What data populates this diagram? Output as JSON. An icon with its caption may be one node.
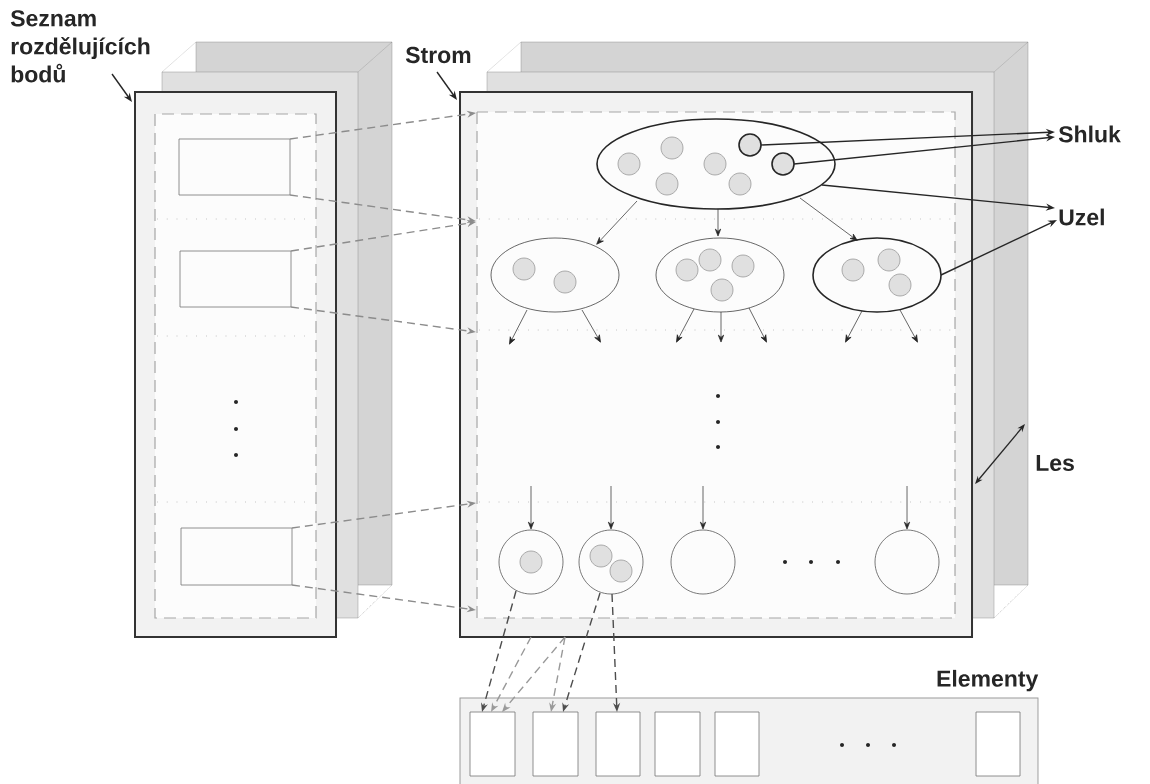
{
  "diagram": {
    "nodes": [
      {
        "text": [
          "Seznam rozdělujících bodů"
        ]
      },
      {
        "text": [
          "Strom"
        ]
      },
      {
        "text": [
          "Shluk"
        ]
      },
      {
        "text": [
          "Uzel"
        ]
      },
      {
        "text": [],
        "shape": "box"
      },
      {
        "text": [],
        "shape": "box",
        "in": 4
      },
      {
        "text": [],
        "shape": "box",
        "in": 4
      },
      {
        "text": [],
        "shape": "box",
        "in": 4
      },
      {
        "text": [],
        "shape": "box"
      },
      {
        "text": [],
        "shape": "ellipse",
        "in": 8
      },
      {
        "text": [],
        "shape": "circle",
        "in": 9
      },
      {
        "text": [],
        "shape": "circle",
        "in": 9
      },
      {
        "text": [],
        "shape": "circle",
        "in": 9
      },
      {
        "text": [],
        "shape": "circle",
        "in": 9
      },
      {
        "text": [],
        "shape": "circle",
        "in": 9
      },
      {
        "text": [],
        "shape": "circle",
        "in": 9
      },
      {
        "text": [],
        "shape": "circle",
        "in": 9
      },
      {
        "text": [],
        "shape": "ellipse",
        "in": 8
      },
      {
        "text": [],
        "shape": "circle",
        "in": 17
      },
      {
        "text": [],
        "shape": "circle",
        "in": 17
      },
      {
        "text": [],
        "shape": "ellipse",
        "in": 8
      },
      {
        "text": [],
        "shape": "circle",
        "in": 20
      },
      {
        "text": [],
        "shape": "circle",
        "in": 20
      },
      {
        "text": [],
        "shape": "circle",
        "in": 20
      },
      {
        "text": [],
        "shape": "circle",
        "in": 20
      },
      {
        "text": [],
        "shape": "ellipse",
        "in": 8
      },
      {
        "text": [],
        "shape": "circle",
        "in": 25
      },
      {
        "text": [],
        "shape": "circle",
        "in": 25
      },
      {
        "text": [],
        "shape": "circle",
        "in": 25
      },
      {
        "text": [],
        "shape": "circle",
        "in": 8
      },
      {
        "text": [],
        "shape": "circle",
        "in": 29
      },
      {
        "text": [],
        "shape": "circle",
        "in": 8
      },
      {
        "text": [],
        "shape": "circle",
        "in": 31
      },
      {
        "text": [],
        "shape": "circle",
        "in": 31
      },
      {
        "text": [],
        "shape": "circle",
        "in": 8
      },
      {
        "text": [],
        "shape": "circle",
        "in": 8
      },
      {
        "text": [
          "Elementy"
        ]
      },
      {
        "text": [],
        "shape": "box",
        "in": 36
      },
      {
        "text": [],
        "shape": "box",
        "in": 36
      },
      {
        "text": [],
        "shape": "box",
        "in": 36
      },
      {
        "text": [],
        "shape": "box",
        "in": 36
      },
      {
        "text": [],
        "shape": "box",
        "in": 36
      },
      {
        "text": [],
        "shape": "box",
        "in": 36
      }
    ],
    "edges": [
      {
        "from": 0,
        "to": 4,
        "arrow": "to"
      },
      {
        "from": 1,
        "to": 8,
        "arrow": "to"
      },
      {
        "from": 5,
        "to": 8,
        "arrow": "to",
        "style": "dashed",
        "color": "#8c8c8c"
      },
      {
        "from": 5,
        "to": 8,
        "arrow": "to",
        "style": "dashed",
        "color": "#8c8c8c"
      },
      {
        "from": 6,
        "to": 8,
        "arrow": "to",
        "style": "dashed",
        "color": "#8c8c8c"
      },
      {
        "from": 6,
        "to": 8,
        "arrow": "to",
        "style": "dashed",
        "color": "#8c8c8c"
      },
      {
        "from": 7,
        "to": 8,
        "arrow": "to",
        "style": "dashed",
        "color": "#8c8c8c"
      },
      {
        "from": 7,
        "to": 8,
        "arrow": "to",
        "style": "dashed",
        "color": "#8c8c8c"
      },
      {
        "from": 15,
        "to": 2,
        "arrow": "to"
      },
      {
        "from": 16,
        "to": 2,
        "arrow": "to"
      },
      {
        "from": 9,
        "to": 3,
        "arrow": "to"
      },
      {
        "from": 25,
        "to": 3,
        "arrow": "to"
      },
      {
        "from": 9,
        "to": 17,
        "arrow": "to"
      },
      {
        "from": 9,
        "to": 20,
        "arrow": "to"
      },
      {
        "from": 9,
        "to": 25,
        "arrow": "to"
      },
      {
        "from": 17,
        "to": null,
        "arrow": "to"
      },
      {
        "from": 17,
        "to": null,
        "arrow": "to"
      },
      {
        "from": 20,
        "to": null,
        "arrow": "to"
      },
      {
        "from": 20,
        "to": null,
        "arrow": "to"
      },
      {
        "from": 20,
        "to": null,
        "arrow": "to"
      },
      {
        "from": 25,
        "to": null,
        "arrow": "to"
      },
      {
        "from": 25,
        "to": null,
        "arrow": "to"
      },
      {
        "from": null,
        "to": 29,
        "arrow": "to"
      },
      {
        "from": null,
        "to": 31,
        "arrow": "to"
      },
      {
        "from": null,
        "to": 34,
        "arrow": "to"
      },
      {
        "from": null,
        "to": 35,
        "arrow": "to"
      },
      {
        "from": 29,
        "to": 37,
        "arrow": "to",
        "style": "dashed",
        "color": "#4d4d4d"
      },
      {
        "from": 31,
        "to": 38,
        "arrow": "to",
        "style": "dashed",
        "color": "#4d4d4d"
      },
      {
        "from": 31,
        "to": 39,
        "arrow": "to",
        "style": "dashed",
        "color": "#4d4d4d"
      },
      {
        "from": 8,
        "to": 37,
        "arrow": "to",
        "style": "dashed",
        "color": "#999999"
      },
      {
        "from": 8,
        "to": 37,
        "arrow": "to",
        "style": "dashed",
        "color": "#999999"
      },
      {
        "from": 8,
        "to": 38,
        "arrow": "to",
        "style": "dashed",
        "color": "#999999"
      }
    ],
    "labels": [
      "Les"
    ]
  }
}
